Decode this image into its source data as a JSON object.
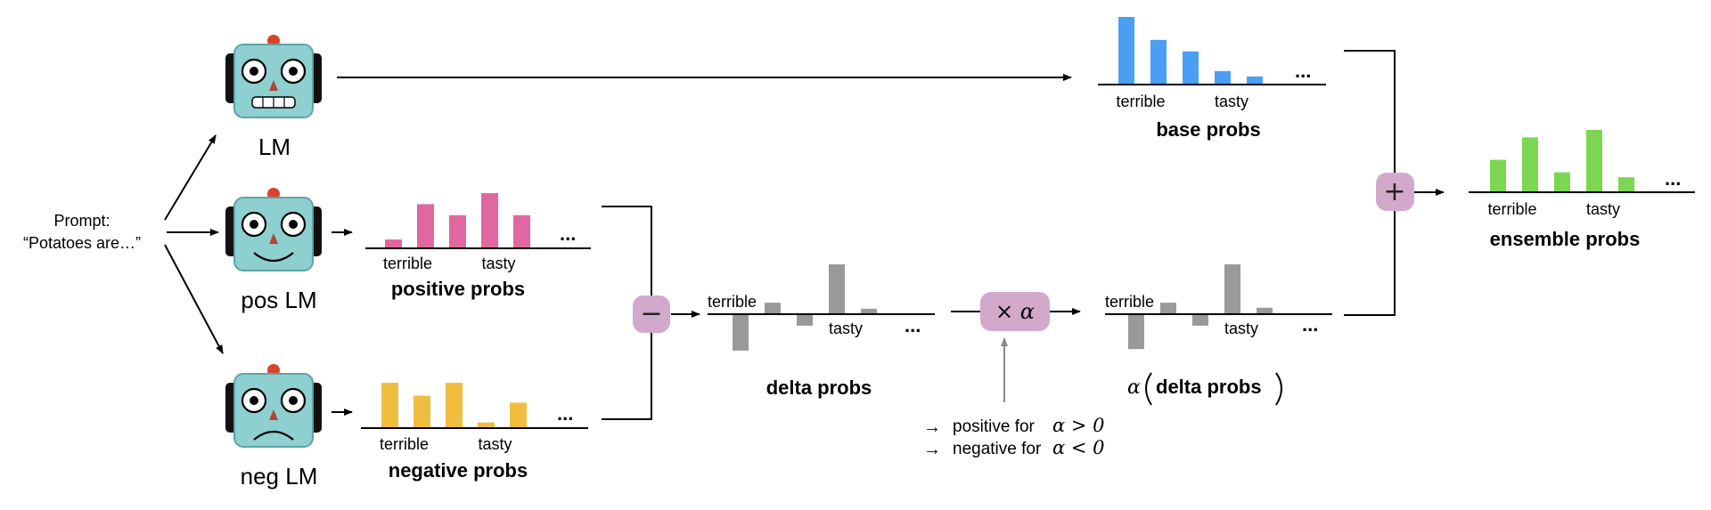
{
  "colors": {
    "face": "#8ecfcf",
    "face_stroke": "#5fa4a4",
    "ear": "#111111",
    "antenna": "#d9432c",
    "nose": "#b0473a",
    "base": "#4a9ff5",
    "positive": "#e0679f",
    "negative": "#f0be3e",
    "delta": "#999999",
    "ensemble": "#7dd651",
    "operator_fill": "#d2a9cb",
    "arrow": "#000000",
    "alpha_arrow": "#888888"
  },
  "prompt": {
    "line1": "Prompt:",
    "line2": "“Potatoes are…”"
  },
  "models": {
    "base_label": "LM",
    "pos_label": "pos LM",
    "neg_label": "neg LM"
  },
  "operators": {
    "subtract": "−",
    "add": "+",
    "scale": "× α"
  },
  "alpha_notes": {
    "positive": "positive for",
    "positive_math": "α > 0",
    "negative": "negative for",
    "negative_math": "α < 0",
    "arrow_glyph": "→"
  },
  "alpha_delta_caption": {
    "alpha": "α",
    "text": "delta probs"
  },
  "chart_data": [
    {
      "id": "base",
      "type": "bar",
      "title": "base probs",
      "values": [
        1.0,
        0.66,
        0.49,
        0.2,
        0.12
      ],
      "tick_labels": [
        "terrible",
        "tasty"
      ],
      "tick_index": [
        0,
        3
      ],
      "ellipsis": "...",
      "color_key": "base"
    },
    {
      "id": "positive",
      "type": "bar",
      "title": "positive probs",
      "values": [
        0.16,
        0.8,
        0.6,
        1.0,
        0.6
      ],
      "tick_labels": [
        "terrible",
        "tasty"
      ],
      "tick_index": [
        0,
        3
      ],
      "ellipsis": "...",
      "color_key": "positive"
    },
    {
      "id": "negative",
      "type": "bar",
      "title": "negative probs",
      "values": [
        0.98,
        0.7,
        0.98,
        0.12,
        0.55
      ],
      "tick_labels": [
        "terrible",
        "tasty"
      ],
      "tick_index": [
        0,
        3
      ],
      "ellipsis": "...",
      "color_key": "negative"
    },
    {
      "id": "delta",
      "type": "bar",
      "title": "delta probs",
      "values": [
        -0.73,
        0.23,
        -0.23,
        1.0,
        0.11
      ],
      "tick_labels": [
        "terrible",
        "tasty"
      ],
      "tick_index": [
        0,
        3
      ],
      "ellipsis": "...",
      "color_key": "delta"
    },
    {
      "id": "scaled_delta",
      "type": "bar",
      "title": "",
      "values": [
        -0.7,
        0.23,
        -0.23,
        1.0,
        0.13
      ],
      "tick_labels": [
        "terrible",
        "tasty"
      ],
      "tick_index": [
        0,
        3
      ],
      "ellipsis": "...",
      "color_key": "delta"
    },
    {
      "id": "ensemble",
      "type": "bar",
      "title": "ensemble probs",
      "values": [
        0.52,
        0.88,
        0.32,
        1.0,
        0.24
      ],
      "tick_labels": [
        "terrible",
        "tasty"
      ],
      "tick_index": [
        0,
        3
      ],
      "ellipsis": "...",
      "color_key": "ensemble"
    }
  ]
}
